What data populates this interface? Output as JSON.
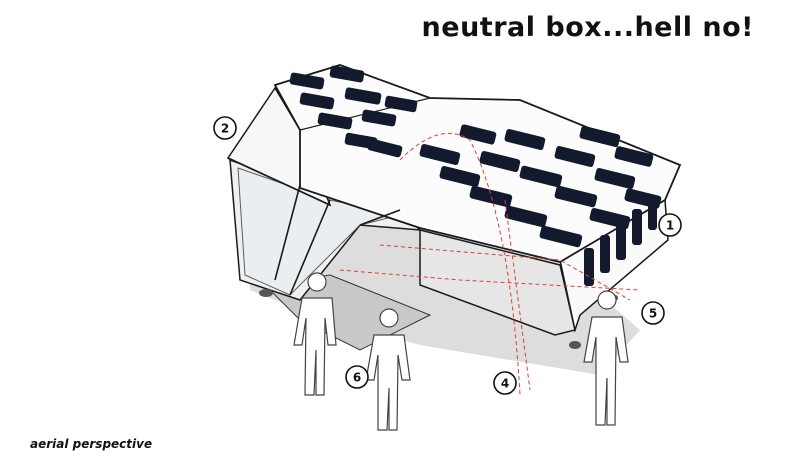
{
  "title": "neutral box...hell no!",
  "caption": "aerial perspective",
  "callouts": [
    "1",
    "2",
    "4",
    "5",
    "6"
  ],
  "colors": {
    "panel": "#141a2e",
    "hidden_line": "#e03c3c",
    "shadow": "#cfcfcf",
    "outline": "#1a1a1a"
  }
}
